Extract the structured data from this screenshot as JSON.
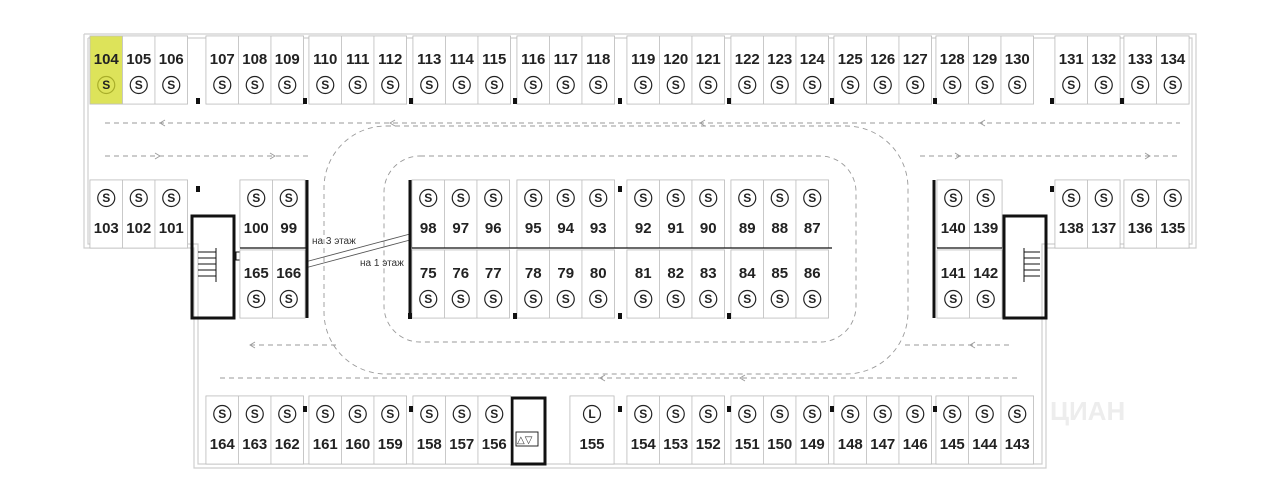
{
  "legend": {
    "storage_symbol": "S",
    "lift_symbol": "L",
    "elevator_arrows": "△▽"
  },
  "labels": {
    "to_floor_3": "на 3 этаж",
    "to_floor_1": "на 1 этаж"
  },
  "watermark": "ЦИАН",
  "colors": {
    "highlight": "#dde35a",
    "highlight_text": "#a9ae2a",
    "line": "#111111",
    "wall": "#cfcfcf",
    "lane": "#9a9a9a"
  },
  "highlighted_spot": "104",
  "spots": {
    "top_row": [
      "104",
      "105",
      "106",
      "107",
      "108",
      "109",
      "110",
      "111",
      "112",
      "113",
      "114",
      "115",
      "116",
      "117",
      "118",
      "119",
      "120",
      "121",
      "122",
      "123",
      "124",
      "125",
      "126",
      "127",
      "128",
      "129",
      "130",
      "131",
      "132",
      "133",
      "134"
    ],
    "upper_left": [
      "103",
      "102",
      "101"
    ],
    "upper_left_2": [
      "100",
      "99"
    ],
    "upper_center": [
      "98",
      "97",
      "96",
      "95",
      "94",
      "93",
      "92",
      "91",
      "90",
      "89",
      "88",
      "87"
    ],
    "upper_right": [
      "140",
      "139"
    ],
    "upper_far_right": [
      "138",
      "137",
      "136",
      "135"
    ],
    "lower_left": [
      "165",
      "166"
    ],
    "lower_center": [
      "75",
      "76",
      "77",
      "78",
      "79",
      "80",
      "81",
      "82",
      "83",
      "84",
      "85",
      "86"
    ],
    "lower_right": [
      "141",
      "142"
    ],
    "bottom_row": [
      "164",
      "163",
      "162",
      "161",
      "160",
      "159",
      "158",
      "157",
      "156",
      "155",
      "154",
      "153",
      "152",
      "151",
      "150",
      "149",
      "148",
      "147",
      "146",
      "145",
      "144",
      "143"
    ]
  }
}
